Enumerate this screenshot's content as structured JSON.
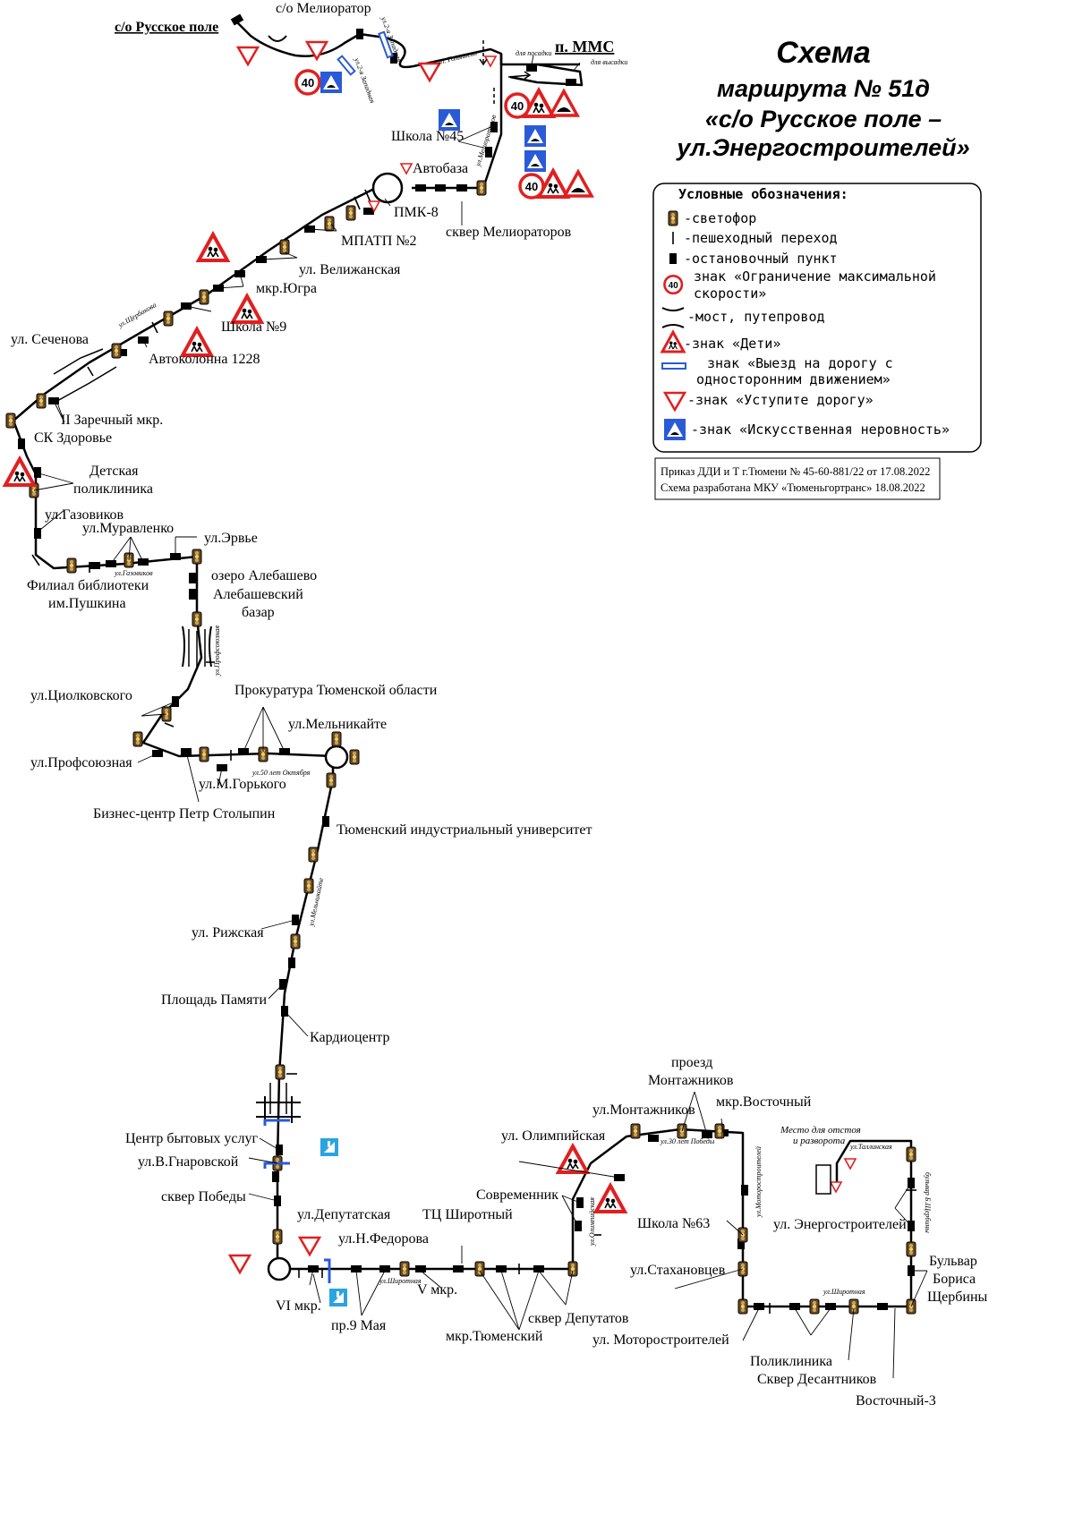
{
  "title": {
    "line1": "Схема",
    "line2": "маршрута № 51д",
    "line3": "«с/о Русское поле –",
    "line4": "ул.Энергостроителей»"
  },
  "legend": {
    "heading": "Условные обозначения:",
    "items": [
      {
        "icon": "traffic-light",
        "text": "-светофор"
      },
      {
        "icon": "crosswalk",
        "text": "-пешеходный переход"
      },
      {
        "icon": "bus-stop",
        "text": "-остановочный пункт"
      },
      {
        "icon": "speed-limit-sign",
        "text": "знак «Ограничение максимальной",
        "text2": "скорости»"
      },
      {
        "icon": "bridge",
        "text": "-мост, путепровод"
      },
      {
        "icon": "children-sign",
        "text": "-знак «Дети»"
      },
      {
        "icon": "one-way-sign",
        "text": "знак «Выезд на дорогу с",
        "text2": "односторонним движением»"
      },
      {
        "icon": "yield-sign",
        "text": "-знак «Уступите дорогу»"
      },
      {
        "icon": "speed-bump-sign",
        "text": "-знак «Искусственная неровность»"
      }
    ]
  },
  "order": {
    "line1": "Приказ ДДИ и Т г.Тюмени № 45-60-881/22 от 17.08.2022",
    "line2": "Схема разработана МКУ «Тюменьгортранс» 18.08.2022"
  },
  "speed_limit": "40",
  "terminals": {
    "start": "с/о Русское поле",
    "mms": "п. ММС",
    "boarding": "для посадки",
    "alighting": "для высадки",
    "turnaround": "Место для отстоя",
    "turnaround2": "и разворота"
  },
  "stops": {
    "meliorator": "с/о Мелиоратор",
    "school45": "Школа №45",
    "avtobaza": "Автобаза",
    "pmk8": "ПМК-8",
    "skver_meliorator": "сквер Мелиораторов",
    "mpatp2": "МПАТП №2",
    "velizhanskaya": "ул. Велижанская",
    "yugra": "мкр.Югра",
    "school9": "Школа №9",
    "avtokolonna": "Автоколонна 1228",
    "sechenova": "ул. Сеченова",
    "zarechny": "II Заречный мкр.",
    "sk_zdorovye": "СК Здоровье",
    "det_poliklinika1": "Детская",
    "det_poliklinika2": "поликлиника",
    "gazovikov": "ул.Газовиков",
    "muravlenko": "ул.Муравленко",
    "ervye": "ул.Эрвье",
    "filial1": "Филиал библиотеки",
    "filial2": "им.Пушкина",
    "alebashevo": "озеро Алебашево",
    "alebash_bazar1": "Алебашевский",
    "alebash_bazar2": "базар",
    "tsiolkovskogo": "ул.Циолковского",
    "prokuratura": "Прокуратура Тюменской области",
    "melnikaite": "ул.Мельникайте",
    "profsoyuznaya": "ул.Профсоюзная",
    "gorkogo": "ул.М.Горького",
    "stolypin": "Бизнес-центр Петр Столыпин",
    "tiu": "Тюменский индустриальный университет",
    "rizhskaya": "ул. Рижская",
    "pl_pamyati": "Площадь Памяти",
    "kardiocentr": "Кардиоцентр",
    "cbu": "Центр бытовых услуг",
    "gnarovskoy": "ул.В.Гнаровской",
    "skver_pobedy": "сквер Победы",
    "deputatskaya": "ул.Депутатская",
    "fedorova": "ул.Н.Федорова",
    "tc_shirotny": "ТЦ Широтный",
    "sovremennik": "Современник",
    "olimpiyskaya": "ул. Олимпийская",
    "montazhnikov": "ул.Монтажников",
    "proezd_mont1": "проезд",
    "proezd_mont2": "Монтажников",
    "vostochny": "мкр.Восточный",
    "vi_mkr": "VI мкр.",
    "pr9maya": "пр.9 Мая",
    "v_mkr": "V мкр.",
    "tyumensky": "мкр.Тюменский",
    "skver_deputatov": "сквер Депутатов",
    "school63": "Школа №63",
    "stakhanovtsev": "ул.Стахановцев",
    "motorostroiteley": "ул. Моторостроителей",
    "energostroiteley": "ул. Энергостроителей",
    "bulvar1": "Бульвар",
    "bulvar2": "Бориса",
    "bulvar3": "Щербины",
    "poliklinika": "Поликлиника",
    "desantnikov": "Сквер Десантников",
    "vostochny3": "Восточный-3"
  },
  "streets": {
    "zapadnaya1": "ул.2-я Западная",
    "zapadnaya2": "ул.2-я Западная",
    "golysheva": "ул. Голышева",
    "melioratorov": "ул.Мелиораторов",
    "shcherbakova": "ул.Щербакова",
    "gazovikov": "ул.Газовиков",
    "profsoyuznaya": "ул.Профсоюзная",
    "let50": "ул.50 лет Октября",
    "melnikaite": "ул.Мельникайте",
    "shirotnaya1": "ул.Широтная",
    "olimpiyskaya": "ул.Олимпийская",
    "let30": "ул.30 лет Победы",
    "motorostr": "ул.Моторостроителей",
    "shirotnaya2": "ул.Широтная",
    "tallinskaya": "ул.Таллинская",
    "bulvar": "бульвар Б.Щербины"
  }
}
